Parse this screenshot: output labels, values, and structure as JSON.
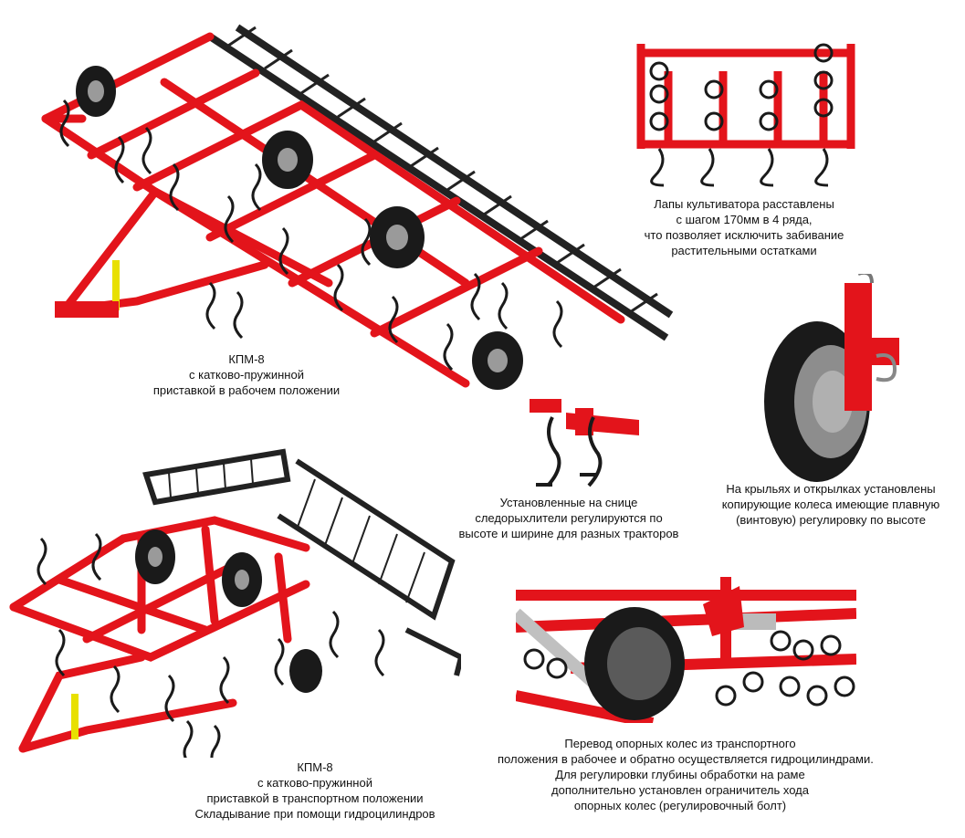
{
  "colors": {
    "frame": "#e3141b",
    "frame_dark": "#a80c12",
    "tyre": "#1a1a1a",
    "rim": "#9a9a9a",
    "harrow": "#222222",
    "cylinder": "#e8e000"
  },
  "captions": {
    "main_working": [
      "КПМ-8",
      "с катково-пружинной",
      "приставкой в рабочем положении"
    ],
    "tines": [
      "Лапы культиватора расставлены",
      "с шагом 170мм в 4 ряда,",
      "что позволяет исключить забивание",
      "растительными остатками"
    ],
    "wheel": [
      "На крыльях и открылках установлены",
      "копирующие колеса имеющие плавную",
      "(винтовую) регулировку по высоте"
    ],
    "hitch": [
      "Установленные на снице",
      "следорыхлители регулируются по",
      "высоте и ширине для разных тракторов"
    ],
    "transport": [
      "КПМ-8",
      "с катково-пружинной",
      "приставкой в транспортном положении",
      "Складывание при помощи гидроцилиндров"
    ],
    "support_wheels": [
      "Перевод опорных колес из транспортного",
      "положения в рабочее и обратно осуществляется гидроцилиндрами.",
      "Для регулировки глубины обработки на раме",
      "дополнительно установлен ограничитель хода",
      "опорных колес (регулировочный болт)"
    ]
  },
  "icons": {
    "main": "cultivator-working-illustration",
    "tines": "tine-rows-illustration",
    "wheel": "copying-wheel-illustration",
    "hitch": "ripper-on-drawbar-illustration",
    "transport": "cultivator-transport-illustration",
    "support": "support-wheel-closeup-illustration"
  }
}
